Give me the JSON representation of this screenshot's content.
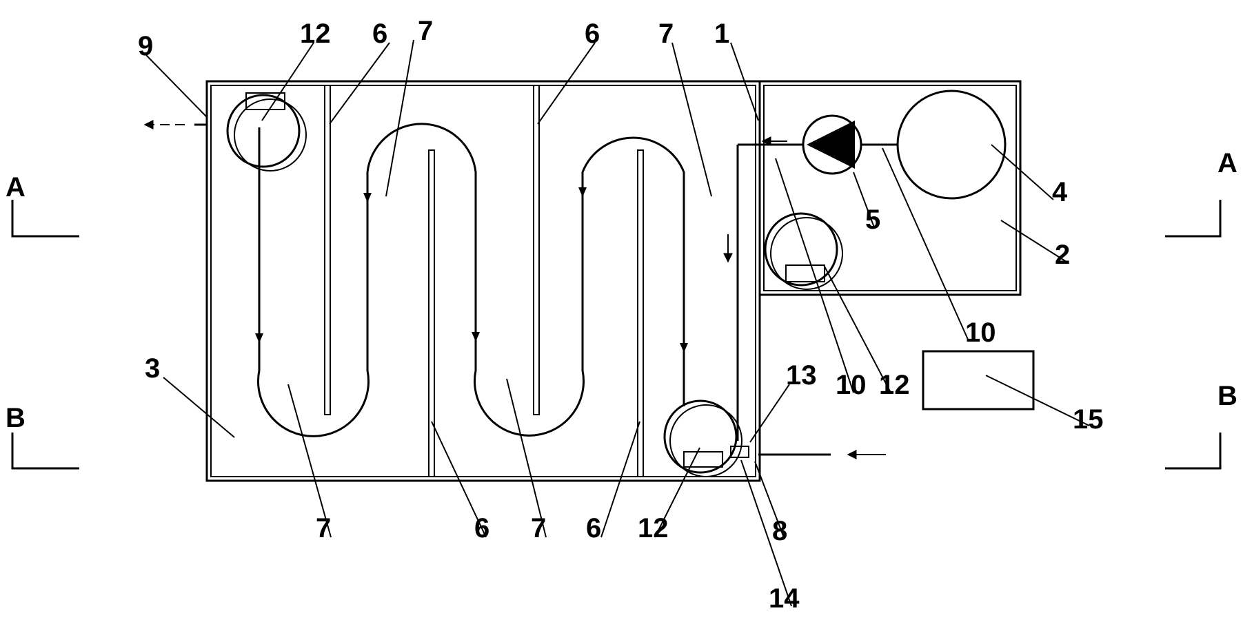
{
  "section_marks": {
    "left_top": "A",
    "right_top": "A",
    "left_bottom": "B",
    "right_bottom": "B"
  },
  "labels": {
    "l1": "1",
    "l2": "2",
    "l3": "3",
    "l4": "4",
    "l5": "5",
    "l6a": "6",
    "l6b": "6",
    "l6c": "6",
    "l6d": "6",
    "l7a": "7",
    "l7b": "7",
    "l7c": "7",
    "l7d": "7",
    "l8": "8",
    "l9": "9",
    "l10a": "10",
    "l10b": "10",
    "l12a": "12",
    "l12b": "12",
    "l12c": "12",
    "l13": "13",
    "l14": "14",
    "l15": "15"
  }
}
